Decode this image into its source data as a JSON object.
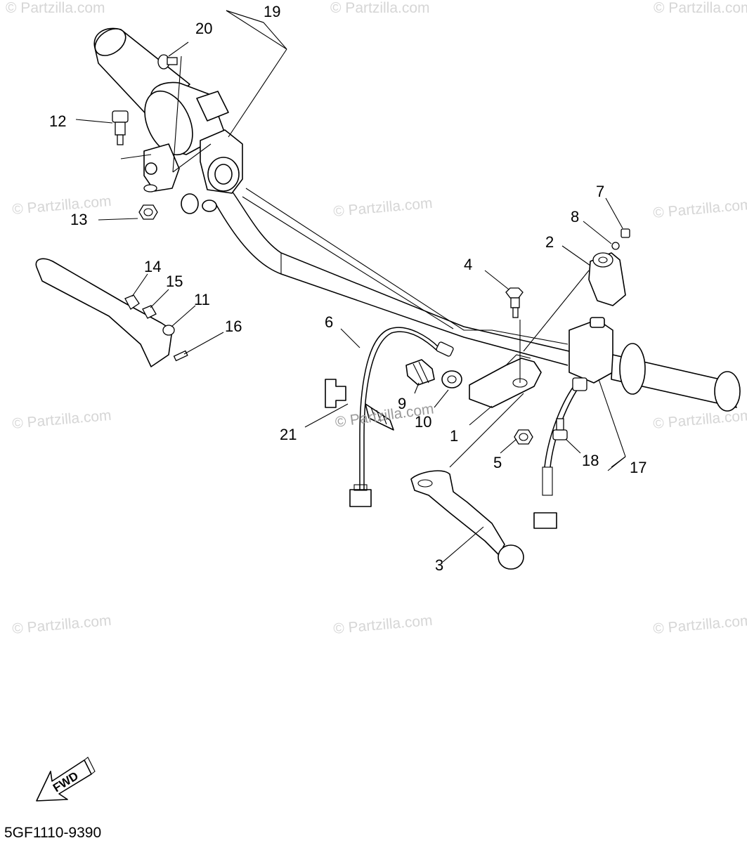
{
  "diagram": {
    "callouts": [
      "1",
      "2",
      "3",
      "4",
      "5",
      "6",
      "7",
      "8",
      "9",
      "10",
      "11",
      "12",
      "13",
      "14",
      "15",
      "16",
      "17",
      "18",
      "19",
      "20",
      "21"
    ],
    "watermark": "© Partzilla.com",
    "part_code": "5GF1110-9390",
    "fwd_label": "FWD"
  }
}
